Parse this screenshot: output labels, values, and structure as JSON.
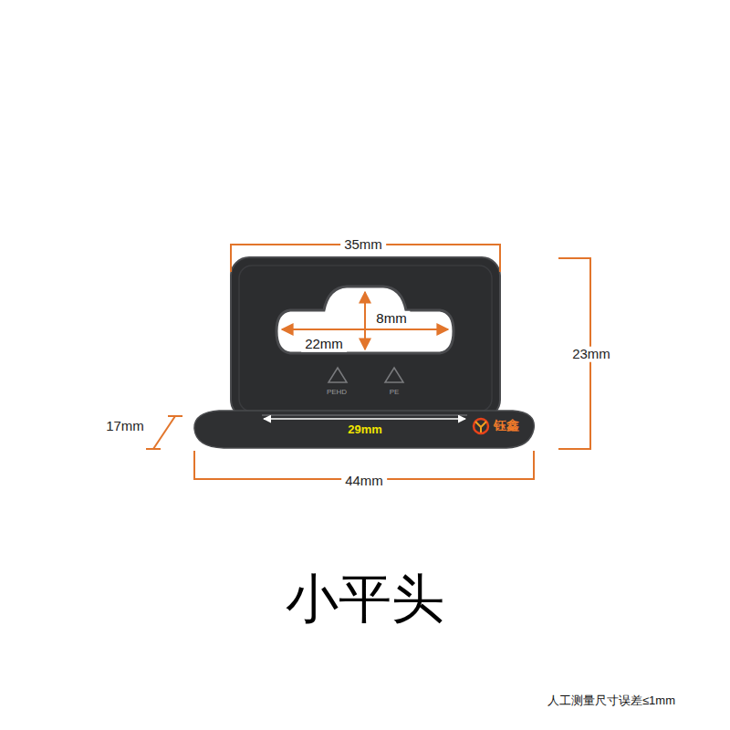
{
  "diagram": {
    "title": "小平头",
    "caption": "人工测量尺寸误差≤1mm",
    "labels": [
      "35mm",
      "8mm",
      "22mm",
      "23mm",
      "17mm",
      "29mm",
      "44mm",
      "PEHD",
      "PE",
      "钰鑫"
    ]
  }
}
